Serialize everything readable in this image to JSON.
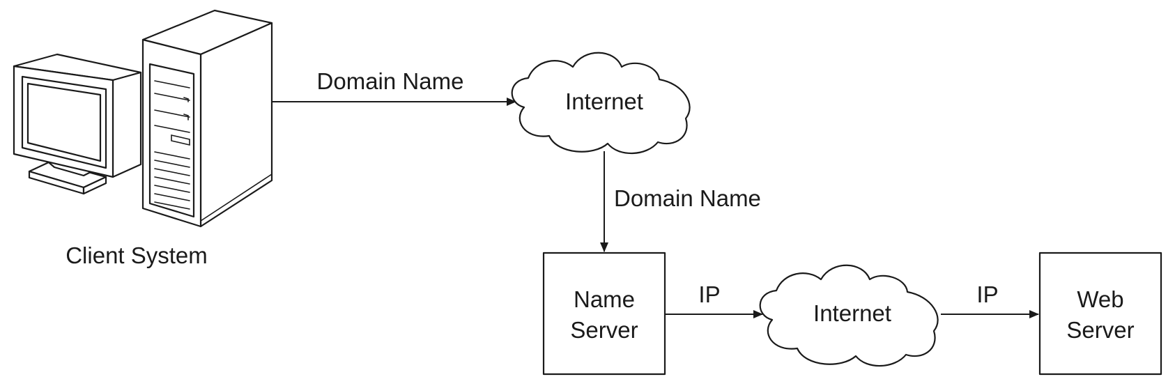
{
  "nodes": {
    "client": {
      "label": "Client System"
    },
    "internet_top": {
      "label": "Internet"
    },
    "name_server": {
      "line1": "Name",
      "line2": "Server"
    },
    "internet_bottom": {
      "label": "Internet"
    },
    "web_server": {
      "line1": "Web",
      "line2": "Server"
    }
  },
  "edges": {
    "client_to_internet": {
      "label": "Domain Name"
    },
    "internet_to_nameserver": {
      "label": "Domain Name"
    },
    "nameserver_to_internet": {
      "label": "IP"
    },
    "internet_to_webserver": {
      "label": "IP"
    }
  },
  "colors": {
    "stroke": "#1a1a1a",
    "background": "#ffffff"
  },
  "icons": {
    "client": "desktop-computer-icon",
    "internet": "cloud-icon"
  }
}
